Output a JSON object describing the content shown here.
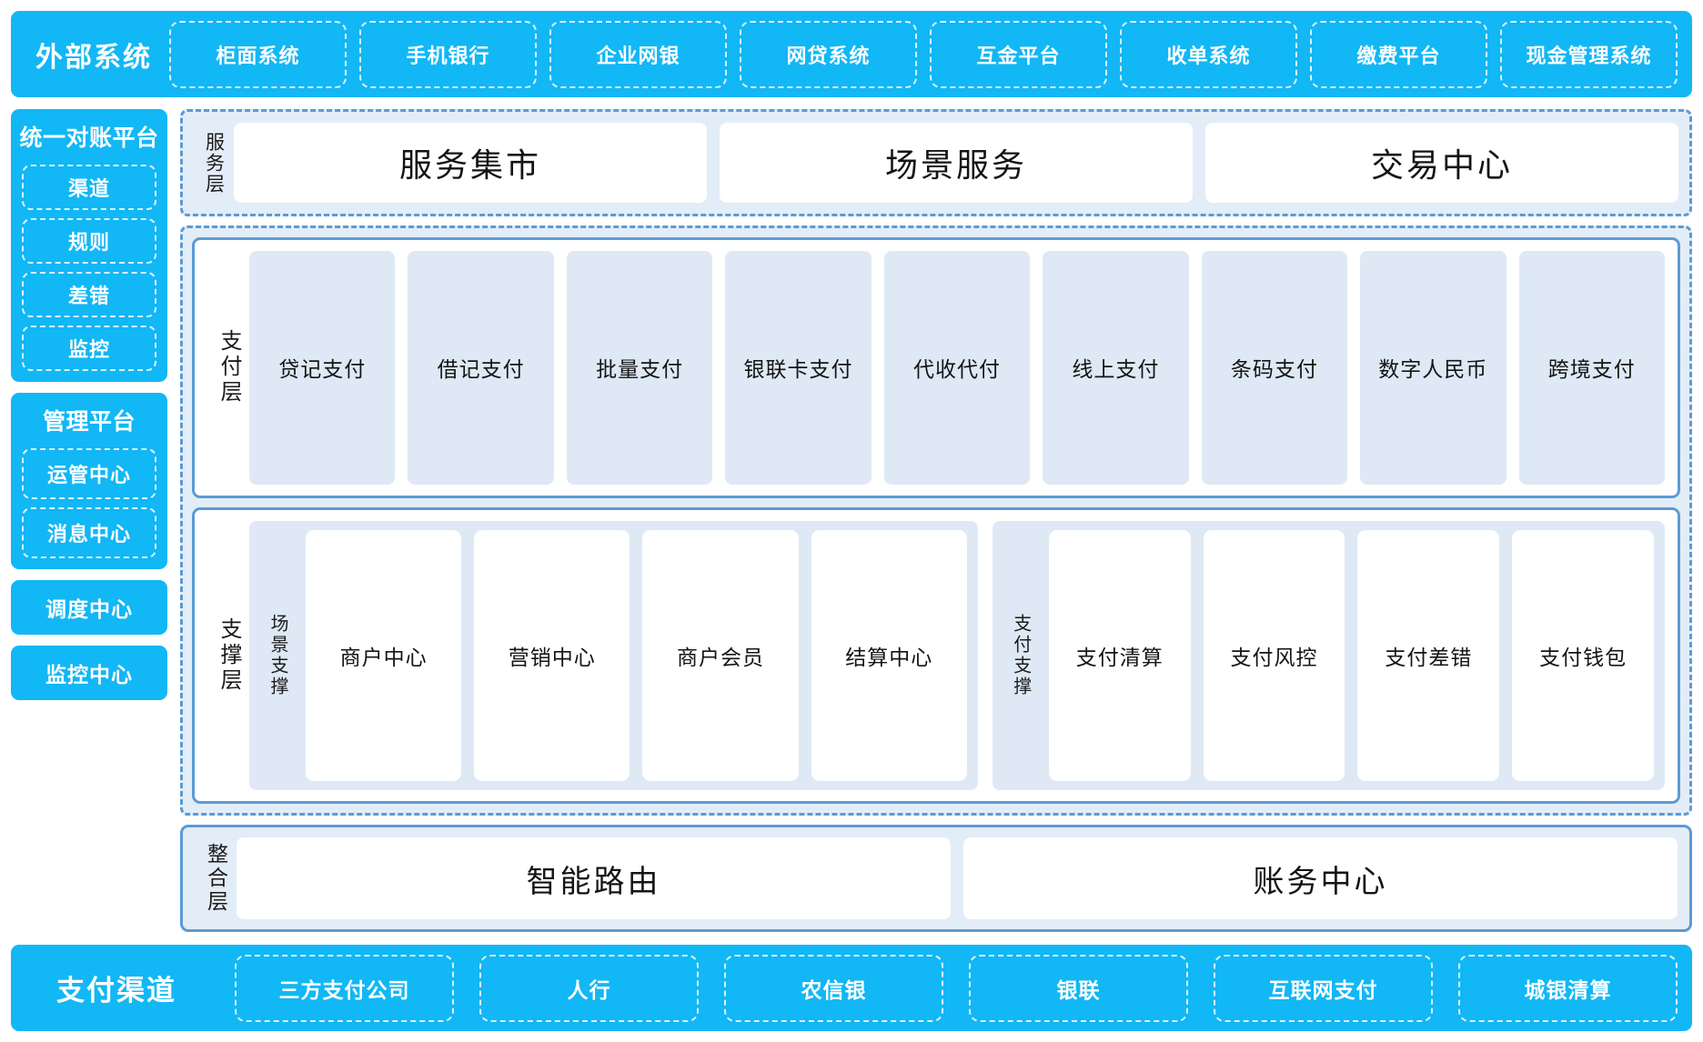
{
  "external_systems": {
    "title": "外部系统",
    "items": [
      "柜面系统",
      "手机银行",
      "企业网银",
      "网贷系统",
      "互金平台",
      "收单系统",
      "缴费平台",
      "现金管理系统"
    ]
  },
  "left_rail": {
    "reconciliation": {
      "title": "统一对账平台",
      "items": [
        "渠道",
        "规则",
        "差错",
        "监控"
      ]
    },
    "management": {
      "title": "管理平台",
      "items": [
        "运管中心",
        "消息中心"
      ]
    },
    "standalone": [
      "调度中心",
      "监控中心"
    ]
  },
  "service_layer": {
    "label": "服务层",
    "cards": [
      "服务集市",
      "场景服务",
      "交易中心"
    ]
  },
  "payment_layer": {
    "label": "支付层",
    "tiles": [
      "贷记支付",
      "借记支付",
      "批量支付",
      "银联卡支付",
      "代收代付",
      "线上支付",
      "条码支付",
      "数字人民币",
      "跨境支付"
    ]
  },
  "support_layer": {
    "label": "支撑层",
    "groups": [
      {
        "label": "场景支撑",
        "cards": [
          "商户中心",
          "营销中心",
          "商户会员",
          "结算中心"
        ]
      },
      {
        "label": "支付支撑",
        "cards": [
          "支付清算",
          "支付风控",
          "支付差错",
          "支付钱包"
        ]
      }
    ]
  },
  "integration_layer": {
    "label": "整合层",
    "cards": [
      "智能路由",
      "账务中心"
    ]
  },
  "payment_channels": {
    "title": "支付渠道",
    "items": [
      "三方支付公司",
      "人行",
      "农信银",
      "银联",
      "互联网支付",
      "城银清算"
    ]
  },
  "colors": {
    "brand_blue": "#12B7F5",
    "dash_blue": "#5B9BD5",
    "panel_bg": "#E3EDF7",
    "tile_bg": "#DEE9F5",
    "card_bg": "#FFFFFF",
    "text_dark": "#141414",
    "text_on_blue": "#FFFFFF"
  }
}
